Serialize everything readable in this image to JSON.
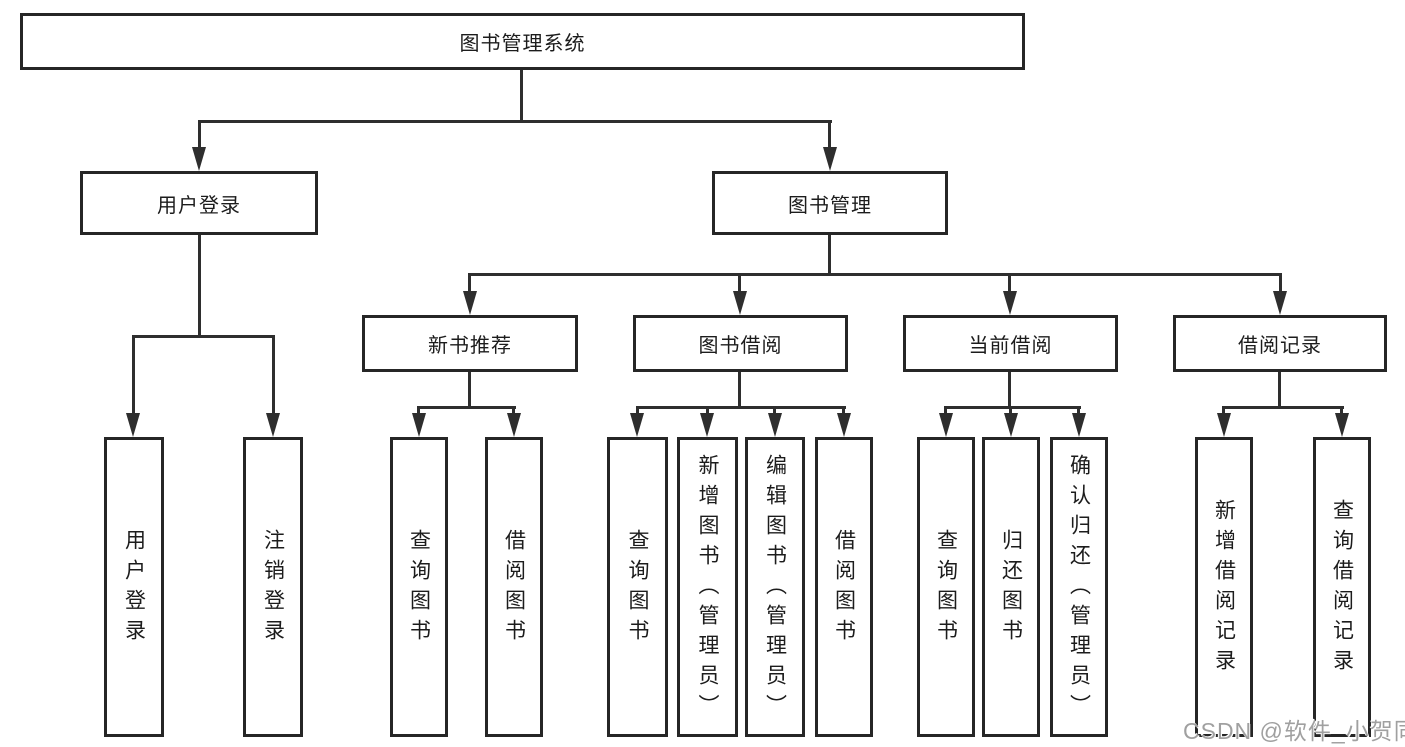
{
  "diagram": {
    "root": {
      "label": "图书管理系统"
    },
    "branches": [
      {
        "label": "用户登录",
        "children": [
          {
            "label": "用户登录"
          },
          {
            "label": "注销登录"
          }
        ]
      },
      {
        "label": "图书管理",
        "children": [
          {
            "label": "新书推荐",
            "children": [
              {
                "label": "查询图书"
              },
              {
                "label": "借阅图书"
              }
            ]
          },
          {
            "label": "图书借阅",
            "children": [
              {
                "label": "查询图书"
              },
              {
                "label": "新增图书（管理员）"
              },
              {
                "label": "编辑图书（管理员）"
              },
              {
                "label": "借阅图书"
              }
            ]
          },
          {
            "label": "当前借阅",
            "children": [
              {
                "label": "查询图书"
              },
              {
                "label": "归还图书"
              },
              {
                "label": "确认归还（管理员）"
              }
            ]
          },
          {
            "label": "借阅记录",
            "children": [
              {
                "label": "新增借阅记录"
              },
              {
                "label": "查询借阅记录"
              }
            ]
          }
        ]
      }
    ]
  },
  "watermark": {
    "text": "CSDN @软件_小贺同学"
  },
  "colors": {
    "line": "#2e2e2e",
    "box_border": "#262626",
    "text": "#1c1c1c",
    "background": "#ffffff",
    "watermark": "#a0a0a0"
  }
}
